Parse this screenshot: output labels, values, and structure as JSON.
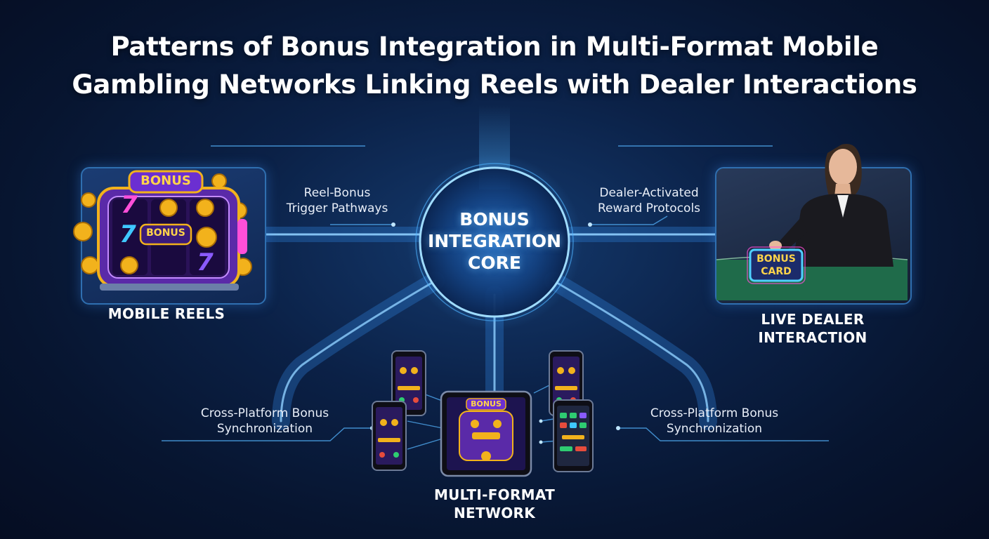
{
  "title": {
    "line1": "Patterns of Bonus Integration in Multi-Format Mobile",
    "line2": "Gambling Networks Linking Reels with Dealer Interactions"
  },
  "core": {
    "line1": "BONUS",
    "line2": "INTEGRATION",
    "line3": "CORE"
  },
  "left_panel": {
    "caption": "MOBILE REELS",
    "badge": "BONUS",
    "center_badge": "BONUS",
    "symbols": [
      "7",
      "7",
      "7"
    ]
  },
  "right_panel": {
    "caption_line1": "LIVE DEALER",
    "caption_line2": "INTERACTION",
    "card_line1": "BONUS",
    "card_line2": "CARD"
  },
  "bottom": {
    "caption_line1": "MULTI-FORMAT",
    "caption_line2": "NETWORK",
    "tablet_badge": "BONUS"
  },
  "labels": {
    "reel_bonus_line1": "Reel-Bonus",
    "reel_bonus_line2": "Trigger Pathways",
    "dealer_reward_line1": "Dealer-Activated",
    "dealer_reward_line2": "Reward Protocols",
    "cross_left_line1": "Cross-Platform Bonus",
    "cross_left_line2": "Synchronization",
    "cross_right_line1": "Cross-Platform Bonus",
    "cross_right_line2": "Synchronization"
  },
  "colors": {
    "background": "#0b2147",
    "accent_blue": "#4fb3ff",
    "gold": "#f2b21c",
    "purple": "#7b3fd1",
    "neon_pink": "#ff4fd8",
    "felt_green": "#1f6b4a"
  }
}
